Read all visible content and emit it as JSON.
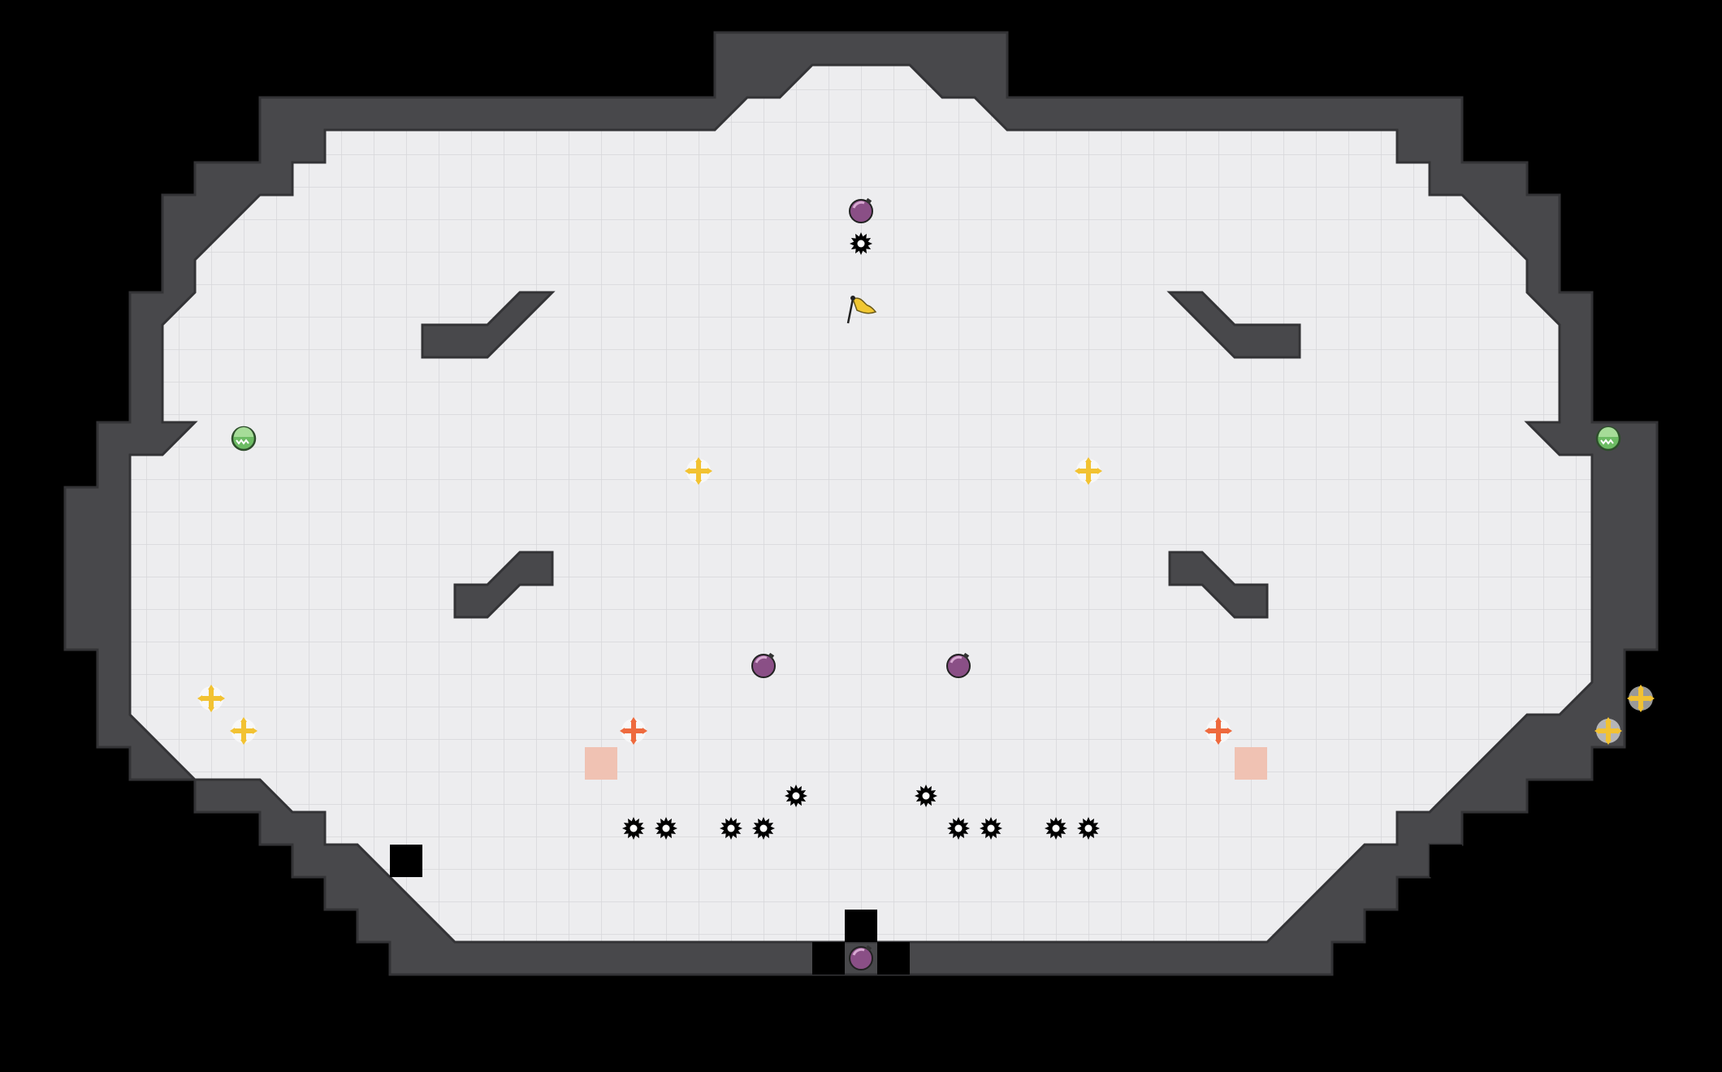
{
  "level": {
    "colors": {
      "background": "#000000",
      "wall": "#48484b",
      "wall_edge": "#333336",
      "floor": "#ededef",
      "grid_line": "#d7d7da",
      "bomb": "#8a4f86",
      "saw": "#000000",
      "gold_cross": "#f2c232",
      "red_cross": "#ee6a3e",
      "green_gem": "#6cbb63",
      "flag": "#f1c732",
      "pink_tile": "#f0c2b3"
    },
    "entities": [
      {
        "kind": "flag",
        "name": "goal-flag-icon",
        "col": 22.5,
        "row": 7.5
      },
      {
        "kind": "bomb",
        "name": "bomb-icon",
        "col": 22.5,
        "row": 4.5
      },
      {
        "kind": "bomb",
        "name": "bomb-icon",
        "col": 19.5,
        "row": 18.5
      },
      {
        "kind": "bomb",
        "name": "bomb-icon",
        "col": 25.5,
        "row": 18.5
      },
      {
        "kind": "bomb",
        "name": "bomb-icon",
        "col": 22.5,
        "row": 27.5
      },
      {
        "kind": "saw",
        "name": "saw-blade-icon",
        "col": 22.5,
        "row": 5.5
      },
      {
        "kind": "saw",
        "name": "saw-blade-icon",
        "col": 20.5,
        "row": 22.5
      },
      {
        "kind": "saw",
        "name": "saw-blade-icon",
        "col": 24.5,
        "row": 22.5
      },
      {
        "kind": "saw",
        "name": "saw-blade-icon",
        "col": 15.5,
        "row": 23.5
      },
      {
        "kind": "saw",
        "name": "saw-blade-icon",
        "col": 16.5,
        "row": 23.5
      },
      {
        "kind": "saw",
        "name": "saw-blade-icon",
        "col": 18.5,
        "row": 23.5
      },
      {
        "kind": "saw",
        "name": "saw-blade-icon",
        "col": 19.5,
        "row": 23.5
      },
      {
        "kind": "saw",
        "name": "saw-blade-icon",
        "col": 25.5,
        "row": 23.5
      },
      {
        "kind": "saw",
        "name": "saw-blade-icon",
        "col": 26.5,
        "row": 23.5
      },
      {
        "kind": "saw",
        "name": "saw-blade-icon",
        "col": 28.5,
        "row": 23.5
      },
      {
        "kind": "saw",
        "name": "saw-blade-icon",
        "col": 29.5,
        "row": 23.5
      },
      {
        "kind": "gem",
        "name": "green-gem-icon",
        "col": 3.5,
        "row": 11.5
      },
      {
        "kind": "gem",
        "name": "green-gem-icon",
        "col": 45.5,
        "row": 11.5
      },
      {
        "kind": "gold",
        "name": "gold-cross-icon",
        "col": 17.5,
        "row": 12.5
      },
      {
        "kind": "gold",
        "name": "gold-cross-icon",
        "col": 29.5,
        "row": 12.5
      },
      {
        "kind": "gold",
        "name": "gold-cross-icon",
        "col": 2.5,
        "row": 19.5
      },
      {
        "kind": "gold",
        "name": "gold-cross-icon",
        "col": 3.5,
        "row": 20.5
      },
      {
        "kind": "gold",
        "name": "gold-cross-icon",
        "col": 46.5,
        "row": 19.5
      },
      {
        "kind": "gold",
        "name": "gold-cross-icon",
        "col": 45.5,
        "row": 20.5
      },
      {
        "kind": "red",
        "name": "red-cross-icon",
        "col": 15.5,
        "row": 20.5
      },
      {
        "kind": "red",
        "name": "red-cross-icon",
        "col": 33.5,
        "row": 20.5
      }
    ],
    "pink_tiles": [
      {
        "col": 14,
        "row": 21
      },
      {
        "col": 34,
        "row": 21
      }
    ],
    "black_tiles": [
      {
        "col": 8,
        "row": 24
      },
      {
        "col": 40,
        "row": 24
      },
      {
        "col": 22,
        "row": 26
      },
      {
        "col": 21,
        "row": 27
      },
      {
        "col": 23,
        "row": 27
      }
    ]
  }
}
